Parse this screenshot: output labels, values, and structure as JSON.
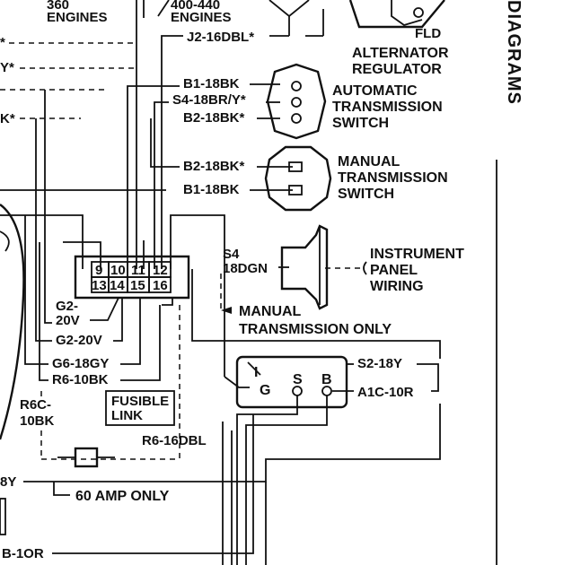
{
  "diagram": {
    "header": {
      "engines_360_top": "360",
      "engines_360_bottom": "ENGINES",
      "engines_400_top": "400-440",
      "engines_400_bottom": "ENGINES"
    },
    "left_edge": {
      "w1": "*",
      "w2": "Y*",
      "w3": "K*",
      "w4": "8Y",
      "w5": "B-1OR"
    },
    "alternator_regulator": {
      "fld": "FLD",
      "line1": "ALTERNATOR",
      "line2": "REGULATOR"
    },
    "wire_j2": "J2-16DBL*",
    "auto_switch": {
      "wire_b1": "B1-18BK",
      "wire_s4": "S4-18BR/Y*",
      "wire_b2": "B2-18BK*",
      "line1": "AUTOMATIC",
      "line2": "TRANSMISSION",
      "line3": "SWITCH"
    },
    "manual_switch": {
      "wire_b2": "B2-18BK*",
      "wire_b1": "B1-18BK",
      "line1": "MANUAL",
      "line2": "TRANSMISSION",
      "line3": "SWITCH"
    },
    "section_title": "DIAGRAMS",
    "connector": {
      "pins_top": [
        "9",
        "10",
        "11",
        "12"
      ],
      "pins_bottom": [
        "13",
        "14",
        "15",
        "16"
      ]
    },
    "instrument_panel": {
      "wire_top": "S4",
      "wire_bottom": "18DGN",
      "line1": "INSTRUMENT",
      "line2": "PANEL",
      "line3": "WIRING"
    },
    "manual_only": {
      "line1": "MANUAL",
      "line2": "TRANSMISSION ONLY"
    },
    "wires": {
      "g2_top": "G2-",
      "g2_bottom": "20V",
      "g2_20v": "G2-20V",
      "g6": "G6-18GY",
      "r6_10bk": "R6-10BK",
      "r6c_top": "R6C-",
      "r6c_bottom": "10BK",
      "r6_16dbl": "R6-16DBL",
      "s2": "S2-18Y",
      "a1c": "A1C-10R"
    },
    "fusible_link": {
      "line1": "FUSIBLE",
      "line2": "LINK"
    },
    "amp_note": "60 AMP ONLY",
    "relay_terminals": {
      "i": "I",
      "g": "G",
      "s": "S",
      "b": "B"
    }
  }
}
